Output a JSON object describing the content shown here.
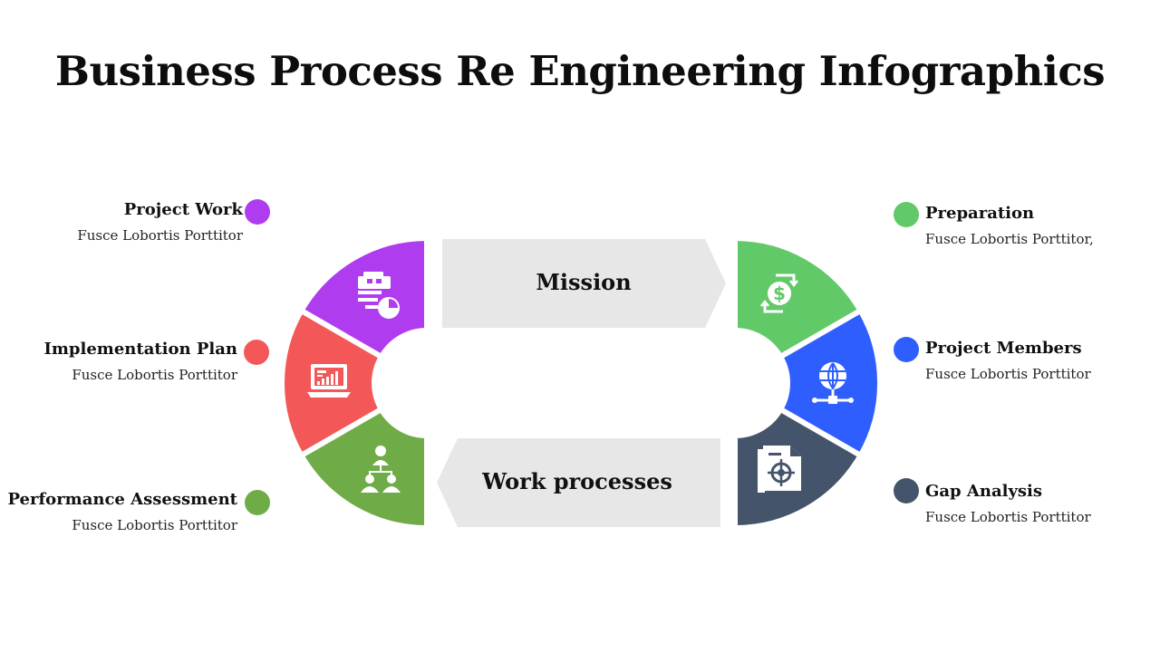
{
  "title": "Business Process Re Engineering Infographics",
  "center": {
    "top_arrow_label": "Mission",
    "bottom_arrow_label": "Work processes"
  },
  "left_items": [
    {
      "label": "Project Work",
      "desc": "Fusce Lobortis Porttitor",
      "color": "#b03cf0",
      "icon": "briefcase-chart-icon"
    },
    {
      "label": "Implementation Plan",
      "desc": "Fusce Lobortis Porttitor",
      "color": "#f45757",
      "icon": "laptop-chart-icon"
    },
    {
      "label": "Performance Assessment",
      "desc": "Fusce Lobortis Porttitor",
      "color": "#6fac47",
      "icon": "hierarchy-icon"
    }
  ],
  "right_items": [
    {
      "label": "Preparation",
      "desc": "Fusce Lobortis Porttitor,",
      "color": "#62c969",
      "icon": "dollar-cycle-icon"
    },
    {
      "label": "Project Members",
      "desc": "Fusce Lobortis Porttitor",
      "color": "#2f5eff",
      "icon": "globe-network-icon"
    },
    {
      "label": "Gap Analysis",
      "desc": "Fusce Lobortis Porttitor",
      "color": "#44546a",
      "icon": "target-document-icon"
    }
  ],
  "colors": {
    "arrow_fill": "#e7e7e7",
    "gap": "#ffffff"
  }
}
